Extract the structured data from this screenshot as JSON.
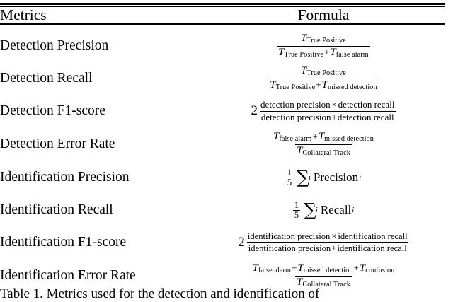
{
  "table": {
    "headers": [
      "Metrics",
      "Formula"
    ],
    "rows": [
      {
        "metric": "Detection Precision",
        "formula_type": "fraction",
        "formula_text": "T_TruePositive / (T_TruePositive + T_falsealarm)",
        "coefficient": "",
        "numerator": {
          "terms": [
            {
              "symbol": "T",
              "sub": "True Positive"
            }
          ]
        },
        "denominator": {
          "terms": [
            {
              "symbol": "T",
              "sub": "True Positive"
            },
            {
              "op": "+"
            },
            {
              "symbol": "T",
              "sub": "false alarm"
            }
          ]
        }
      },
      {
        "metric": "Detection Recall",
        "formula_type": "fraction",
        "formula_text": "T_TruePositive / (T_TruePositive + T_misseddetection)",
        "coefficient": "",
        "numerator": {
          "terms": [
            {
              "symbol": "T",
              "sub": "True Positive"
            }
          ]
        },
        "denominator": {
          "terms": [
            {
              "symbol": "T",
              "sub": "True Positive"
            },
            {
              "op": "+"
            },
            {
              "symbol": "T",
              "sub": "missed detection"
            }
          ]
        }
      },
      {
        "metric": "Detection F1-score",
        "formula_type": "fraction-words",
        "formula_text": "2 (detection precision x detection recall) / (detection precision + detection recall)",
        "coefficient": "2",
        "numerator_words": [
          "detection precision",
          "×",
          "detection recall"
        ],
        "denominator_words": [
          "detection precision",
          "+",
          "detection recall"
        ]
      },
      {
        "metric": "Detection Error Rate",
        "formula_type": "fraction",
        "formula_text": "(T_falsealarm + T_misseddetection) / T_CollateralTrack",
        "coefficient": "",
        "numerator": {
          "terms": [
            {
              "symbol": "T",
              "sub": "false alarm"
            },
            {
              "op": "+"
            },
            {
              "symbol": "T",
              "sub": "missed detection"
            }
          ]
        },
        "denominator": {
          "terms": [
            {
              "symbol": "T",
              "sub": "Collateral Track"
            }
          ]
        }
      },
      {
        "metric": "Identification Precision",
        "formula_type": "summation",
        "formula_text": "1/5 sum_i Precision_i",
        "fraction_num": "1",
        "fraction_den": "5",
        "sigma": "∑",
        "sigma_sub": "i",
        "function": "Precision",
        "function_sub": "i"
      },
      {
        "metric": "Identification Recall",
        "formula_type": "summation",
        "formula_text": "1/5 sum_i Recall_i",
        "fraction_num": "1",
        "fraction_den": "5",
        "sigma": "∑",
        "sigma_sub": "i",
        "function": "Recall",
        "function_sub": "i"
      },
      {
        "metric": "Identification F1-score",
        "formula_type": "fraction-words",
        "formula_text": "2 (identification precision x identification recall) / (identification precision + identification recall)",
        "coefficient": "2",
        "numerator_words": [
          "identification precision",
          "×",
          "identification recall"
        ],
        "denominator_words": [
          "identification precision",
          "+",
          "identification recall"
        ]
      },
      {
        "metric": "Identification Error Rate",
        "formula_type": "fraction",
        "formula_text": "(T_falsealarm + T_misseddetection + T_confusion) / T_CollateralTrack",
        "coefficient": "",
        "numerator": {
          "terms": [
            {
              "symbol": "T",
              "sub": "false alarm"
            },
            {
              "op": "+"
            },
            {
              "symbol": "T",
              "sub": "missed detection"
            },
            {
              "op": "+"
            },
            {
              "symbol": "T",
              "sub": "confusion"
            }
          ]
        },
        "denominator": {
          "terms": [
            {
              "symbol": "T",
              "sub": "Collateral Track"
            }
          ]
        }
      }
    ]
  },
  "caption": "Table 1. Metrics used for the detection and identification of"
}
